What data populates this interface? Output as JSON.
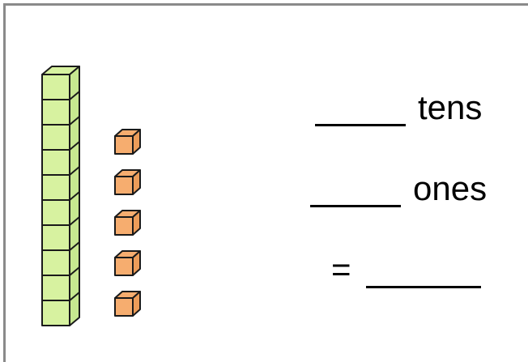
{
  "worksheet": {
    "tens_label": "tens",
    "ones_label": "ones",
    "equals_sign": "="
  },
  "model": {
    "ten_rod_count": 1,
    "cubes_per_rod": 10,
    "unit_cube_count": 5
  },
  "colors": {
    "rod_fill": "#d7f2a0",
    "rod_side": "#c7e890",
    "cube_fill": "#f6ad6f",
    "cube_side": "#ec9c59",
    "outline": "#1a1a1a"
  }
}
